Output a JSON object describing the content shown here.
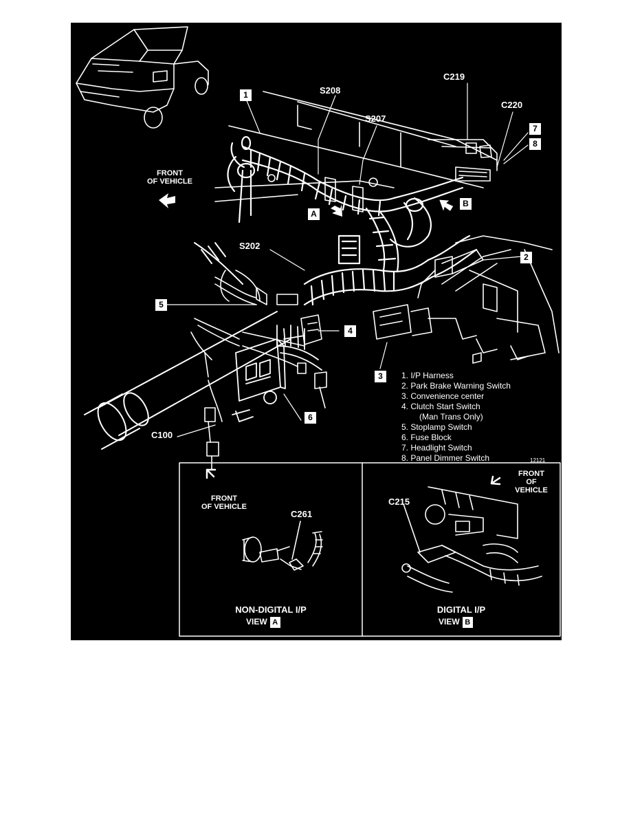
{
  "figure": {
    "splice_labels": {
      "s208": "S208",
      "s207": "S207",
      "s202": "S202"
    },
    "connector_labels": {
      "c219": "C219",
      "c220": "C220",
      "c100": "C100",
      "c261": "C261",
      "c215": "C215"
    },
    "callouts": {
      "n1": "1",
      "n2": "2",
      "n3": "3",
      "n4": "4",
      "n5": "5",
      "n6": "6",
      "n7": "7",
      "n8": "8",
      "a": "A",
      "b": "B"
    },
    "front_of_vehicle_main": [
      "FRONT",
      "OF VEHICLE"
    ],
    "legend": [
      "1.  I/P Harness",
      "2.  Park Brake Warning Switch",
      "3.  Convenience center",
      "4.  Clutch Start Switch",
      "(Man Trans Only)",
      "5.  Stoplamp Switch",
      "6.  Fuse Block",
      "7.  Headlight Switch",
      "8.  Panel Dimmer Switch"
    ],
    "figure_code": "12121",
    "view_a": {
      "front": [
        "FRONT",
        "OF VEHICLE"
      ],
      "connector": "C261",
      "title": "NON-DIGITAL I/P",
      "view_word": "VIEW",
      "view_letter": "A"
    },
    "view_b": {
      "front": [
        "FRONT",
        "OF",
        "VEHICLE"
      ],
      "connector": "C215",
      "title": "DIGITAL I/P",
      "view_word": "VIEW",
      "view_letter": "B"
    }
  },
  "colors": {
    "background": "#000000",
    "ink": "#ffffff",
    "page": "#ffffff"
  }
}
